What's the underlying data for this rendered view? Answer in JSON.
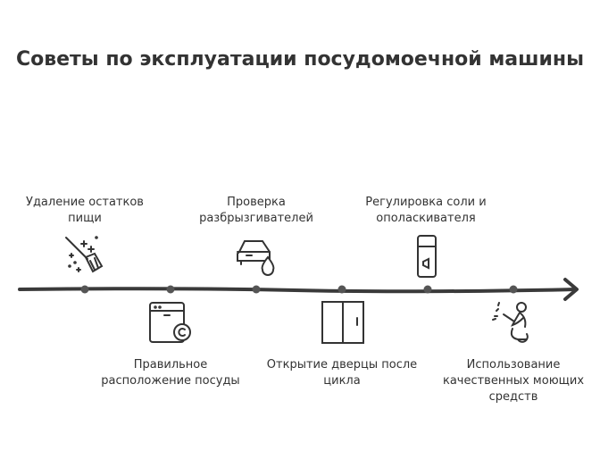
{
  "title": "Советы по эксплуатации посудомоечной машины",
  "steps": [
    {
      "label": "Удаление остатков пищи",
      "position": "top",
      "icon": "broom-icon"
    },
    {
      "label": "Правильное расположение посуды",
      "position": "bottom",
      "icon": "dishwasher-icon"
    },
    {
      "label": "Проверка разбрызгивателей",
      "position": "top",
      "icon": "car-drop-icon"
    },
    {
      "label": "Открытие дверцы после цикла",
      "position": "bottom",
      "icon": "door-icon"
    },
    {
      "label": "Регулировка соли и ополаскивателя",
      "position": "top",
      "icon": "dispenser-icon"
    },
    {
      "label": "Использование качественных моющих средств",
      "position": "bottom",
      "icon": "person-spray-icon"
    }
  ]
}
